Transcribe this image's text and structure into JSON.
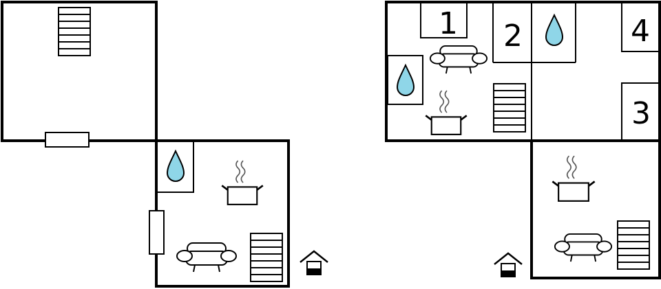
{
  "plan": {
    "water_color": "#8fd6e8",
    "icons": [
      "stairs-icon",
      "window-icon",
      "water-drop-icon",
      "cooking-pot-icon",
      "sofa-icon",
      "house-entrance-icon"
    ],
    "room_numbers": {
      "r1": "1",
      "r2": "2",
      "r3": "3",
      "r4": "4"
    }
  }
}
